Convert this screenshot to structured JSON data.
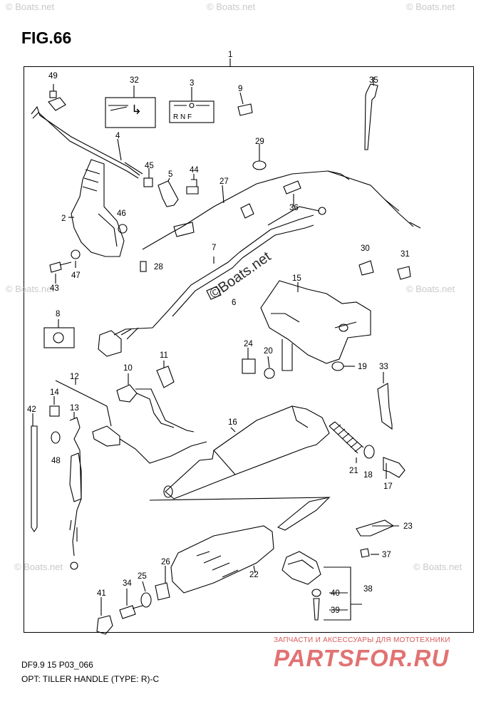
{
  "figure": {
    "title": "FIG.66",
    "assembly_callout": "1"
  },
  "parts": [
    {
      "num": "49"
    },
    {
      "num": "32"
    },
    {
      "num": "3"
    },
    {
      "num": "9"
    },
    {
      "num": "35"
    },
    {
      "num": "4"
    },
    {
      "num": "45"
    },
    {
      "num": "5"
    },
    {
      "num": "44"
    },
    {
      "num": "29"
    },
    {
      "num": "27"
    },
    {
      "num": "2"
    },
    {
      "num": "46"
    },
    {
      "num": "36"
    },
    {
      "num": "28"
    },
    {
      "num": "7"
    },
    {
      "num": "30"
    },
    {
      "num": "31"
    },
    {
      "num": "47"
    },
    {
      "num": "43"
    },
    {
      "num": "6"
    },
    {
      "num": "15"
    },
    {
      "num": "8"
    },
    {
      "num": "24"
    },
    {
      "num": "20"
    },
    {
      "num": "11"
    },
    {
      "num": "10"
    },
    {
      "num": "19"
    },
    {
      "num": "33"
    },
    {
      "num": "12"
    },
    {
      "num": "14"
    },
    {
      "num": "42"
    },
    {
      "num": "13"
    },
    {
      "num": "16"
    },
    {
      "num": "48"
    },
    {
      "num": "21"
    },
    {
      "num": "18"
    },
    {
      "num": "17"
    },
    {
      "num": "23"
    },
    {
      "num": "37"
    },
    {
      "num": "26"
    },
    {
      "num": "25"
    },
    {
      "num": "22"
    },
    {
      "num": "41"
    },
    {
      "num": "34"
    },
    {
      "num": "40"
    },
    {
      "num": "38"
    },
    {
      "num": "39"
    }
  ],
  "decal_32": {
    "symbol": "↳"
  },
  "decal_3": {
    "letters": "R  N  F"
  },
  "footer": {
    "code": "DF9.9 15 P03_066",
    "description": "OPT: TILLER HANDLE (TYPE: R)-C"
  },
  "watermarks": {
    "text": "© Boats.net",
    "center_text": "©Boats.net"
  },
  "brand": {
    "tagline": "ЗАПЧАСТИ И АКСЕССУАРЫ ДЛЯ МОТОТЕХНИКИ",
    "name": "PARTSFOR.RU"
  },
  "colors": {
    "line": "#000000",
    "brand": "#e27272",
    "watermark": "#c9c9c9"
  }
}
